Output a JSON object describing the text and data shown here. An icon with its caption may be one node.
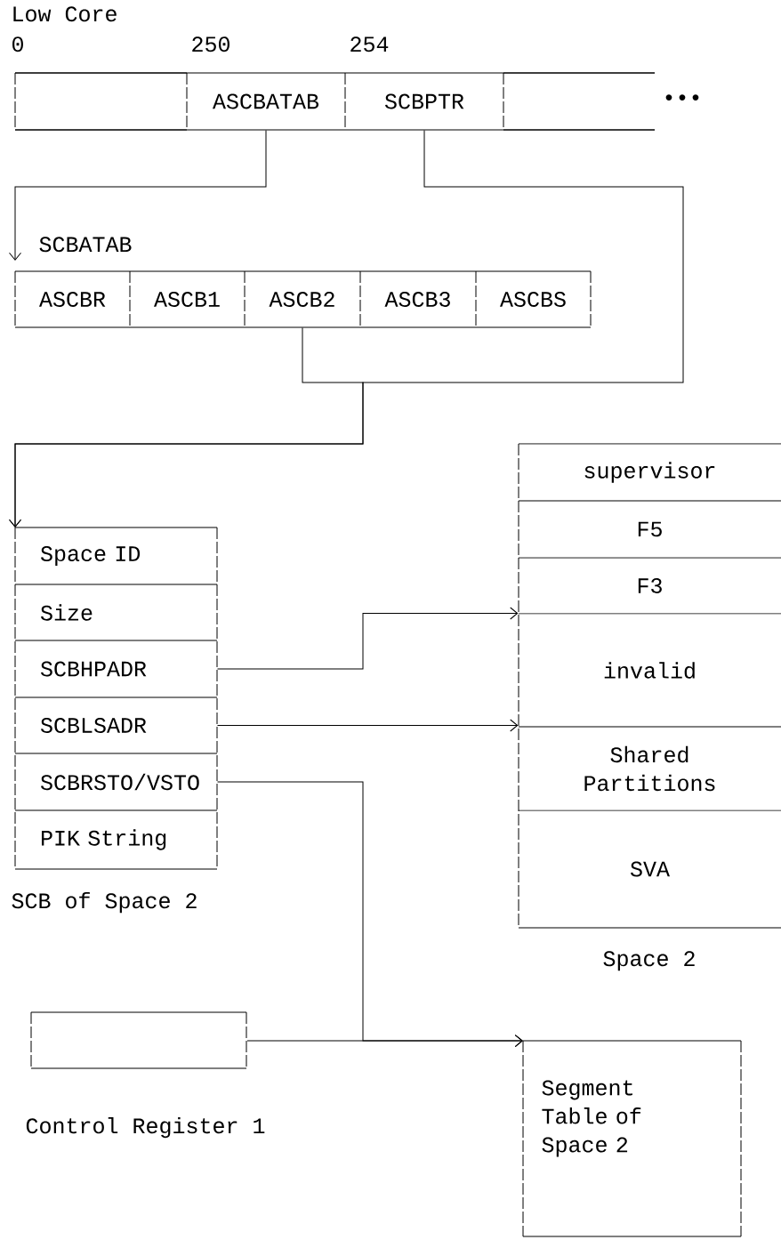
{
  "diagram": {
    "nodes": [
      {
        "text": [
          "Low Core"
        ]
      },
      {
        "text": [],
        "shape": "box",
        "in": 0
      },
      {
        "text": [
          "ASCBATAB"
        ],
        "in": 0
      },
      {
        "text": [
          "SCBPTR"
        ],
        "in": 0
      },
      {
        "text": [],
        "shape": "box",
        "in": 0
      },
      {
        "text": [
          "SCBATAB"
        ]
      },
      {
        "text": [
          "ASCBR"
        ],
        "in": 5
      },
      {
        "text": [
          "ASCB1"
        ],
        "in": 5
      },
      {
        "text": [
          "ASCB2"
        ],
        "in": 5
      },
      {
        "text": [
          "ASCB3"
        ],
        "in": 5
      },
      {
        "text": [
          "ASCBS"
        ],
        "in": 5
      },
      {
        "text": [
          "SCB of Space 2"
        ]
      },
      {
        "text": [
          "Space ID"
        ],
        "in": 11
      },
      {
        "text": [
          "Size"
        ],
        "in": 11
      },
      {
        "text": [
          "SCBHPADR"
        ],
        "in": 11
      },
      {
        "text": [
          "SCBLSADR"
        ],
        "in": 11
      },
      {
        "text": [
          "SCBRSTO/VSTO"
        ],
        "in": 11
      },
      {
        "text": [
          "PIK String"
        ],
        "in": 11
      },
      {
        "text": [
          "Space 2"
        ]
      },
      {
        "text": [
          "supervisor"
        ],
        "in": 18
      },
      {
        "text": [
          "F5"
        ],
        "in": 18
      },
      {
        "text": [
          "F3"
        ],
        "in": 18
      },
      {
        "text": [
          "invalid"
        ],
        "in": 18
      },
      {
        "text": [
          "Shared Partitions"
        ],
        "in": 18
      },
      {
        "text": [
          "SVA"
        ],
        "in": 18
      },
      {
        "text": [
          "Control Register 1"
        ]
      },
      {
        "text": [
          "Segment Table of Space 2"
        ]
      }
    ],
    "edges": [
      {
        "from": 2,
        "to": 5,
        "arrow": "to"
      },
      {
        "from": 8,
        "to": 11,
        "arrow": "to"
      },
      {
        "from": 3,
        "to": 11,
        "arrow": "to"
      },
      {
        "from": 14,
        "to": 22,
        "arrow": "to"
      },
      {
        "from": 15,
        "to": 23,
        "arrow": "to"
      },
      {
        "from": 16,
        "to": 26,
        "arrow": "to"
      },
      {
        "from": 25,
        "to": 26,
        "arrow": "to"
      }
    ],
    "labels": [
      "0",
      "250",
      "254",
      "•••"
    ]
  }
}
